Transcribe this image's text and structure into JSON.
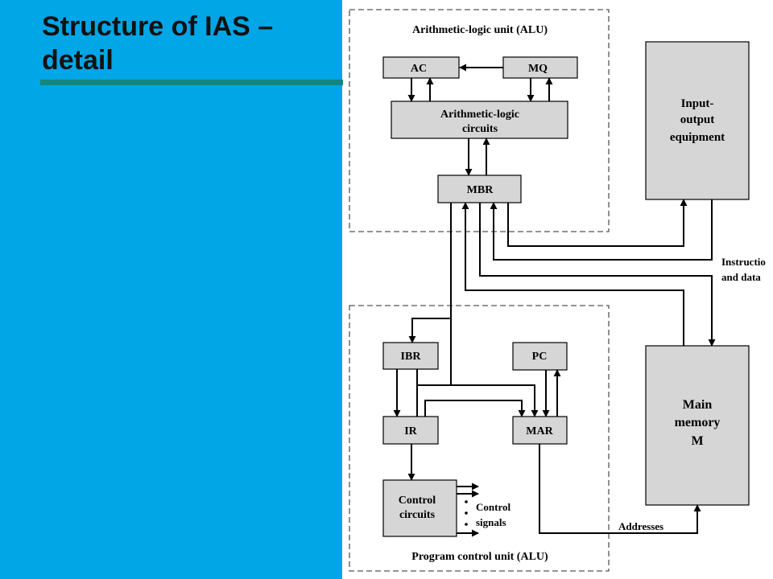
{
  "slide": {
    "title": "Structure of IAS – detail"
  },
  "diagram": {
    "alu_label": "Arithmetic-logic unit (ALU)",
    "pcu_label": "Program control unit (ALU)",
    "blocks": {
      "ac": "AC",
      "mq": "MQ",
      "alc_line1": "Arithmetic-logic",
      "alc_line2": "circuits",
      "mbr": "MBR",
      "io_line1": "Input-",
      "io_line2": "output",
      "io_line3": "equipment",
      "ibr": "IBR",
      "pc": "PC",
      "ir": "IR",
      "mar": "MAR",
      "cc_line1": "Control",
      "cc_line2": "circuits",
      "mem_line1": "Main",
      "mem_line2": "memory",
      "mem_line3": "M"
    },
    "labels": {
      "instr_line1": "Instructio",
      "instr_line2": "and data",
      "control_line1": "Control",
      "control_line2": "signals",
      "addresses": "Addresses"
    }
  }
}
